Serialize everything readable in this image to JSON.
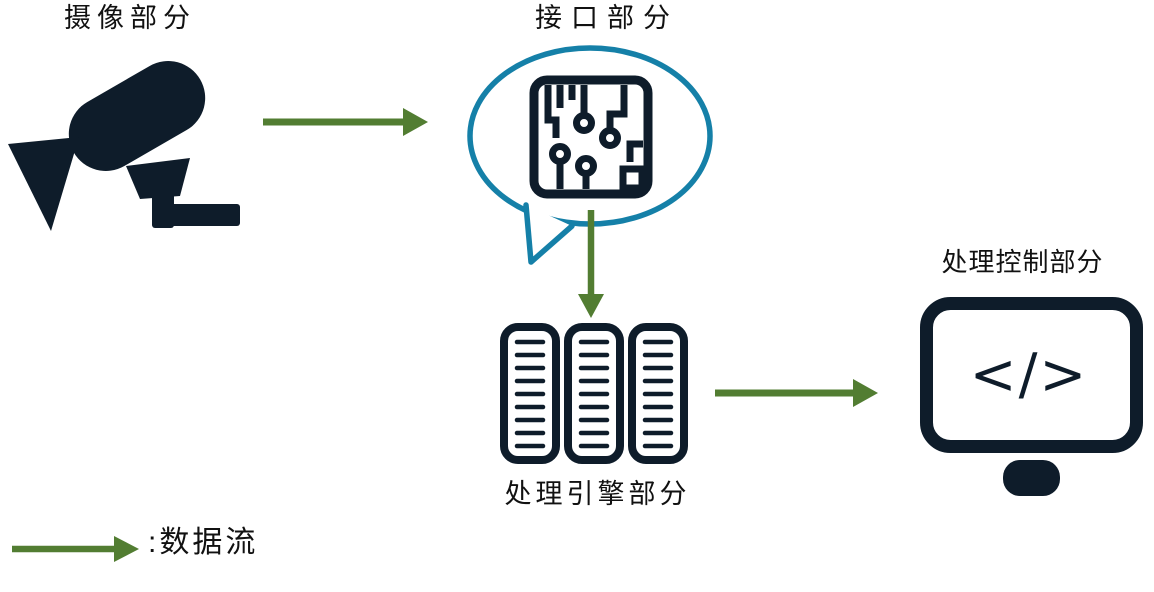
{
  "nodes": {
    "camera": {
      "label": "摄像部分"
    },
    "interface": {
      "label": "接口部分"
    },
    "engine": {
      "label": "处理引擎部分"
    },
    "control": {
      "label": "处理控制部分",
      "screen_text": "</>"
    }
  },
  "legend": {
    "label": ":数据流"
  },
  "icons": {
    "camera": "cctv-camera",
    "interface": "circuit-board-in-speech-bubble",
    "engine": "server-stack",
    "control": "monitor-with-code"
  },
  "colors": {
    "icon": "#0e1c2a",
    "arrow": "#527d32",
    "bubble": "#1580a8",
    "text": "#111111",
    "background": "#ffffff"
  }
}
